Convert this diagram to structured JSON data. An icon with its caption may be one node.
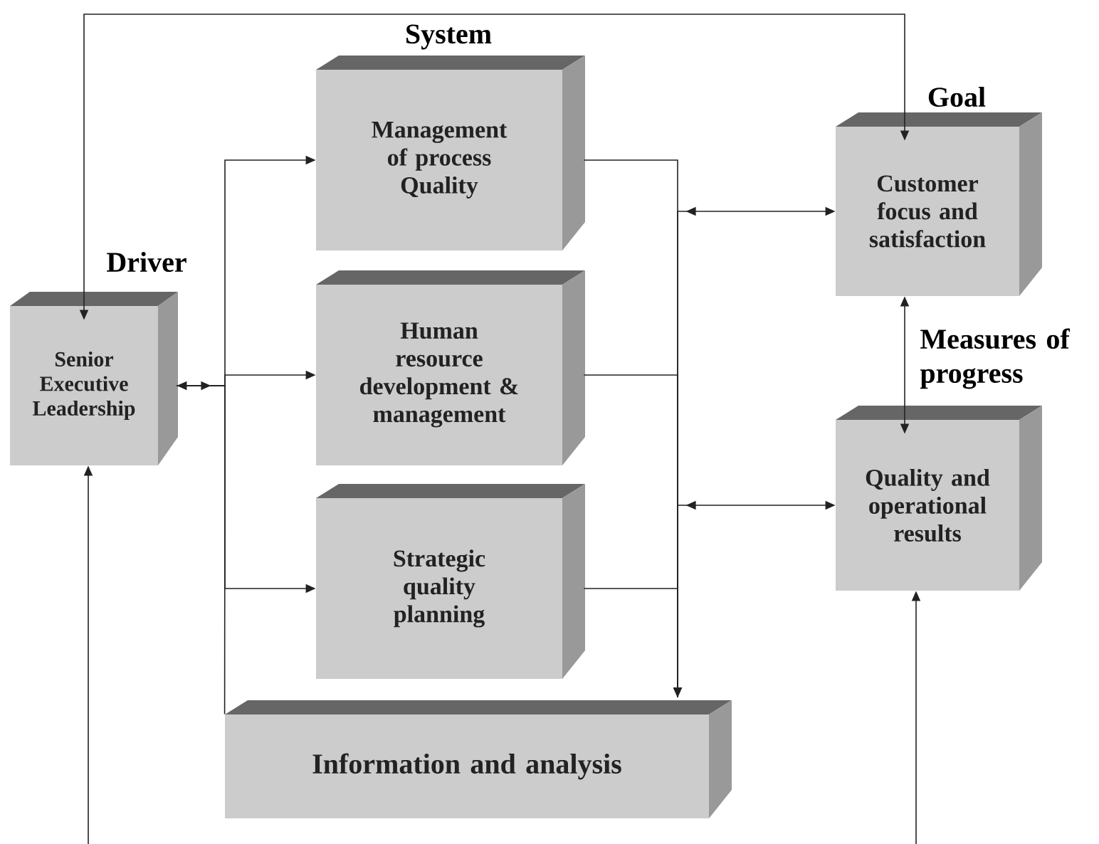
{
  "diagram": {
    "nodes": [
      {
        "text": [
          "Senior Executive Leadership"
        ],
        "beside": [
          "Driver"
        ]
      },
      {
        "text": [
          "Management of process Quality"
        ],
        "beside": [
          "System"
        ]
      },
      {
        "text": [
          "Human resource development & management"
        ]
      },
      {
        "text": [
          "Strategic quality planning"
        ]
      },
      {
        "text": [
          "Information and analysis"
        ]
      },
      {
        "text": [
          "Customer focus and satisfaction"
        ],
        "beside": [
          "Goal"
        ]
      },
      {
        "text": [
          "Quality and operational results"
        ]
      }
    ],
    "edges": [
      {
        "from": 0,
        "to": 5,
        "arrow": "both"
      },
      {
        "from": 0,
        "to": 1,
        "arrow": "to"
      },
      {
        "from": 0,
        "to": 2,
        "arrow": "to"
      },
      {
        "from": 0,
        "to": 3,
        "arrow": "to"
      },
      {
        "from": 4,
        "to": 0,
        "arrow": "to"
      },
      {
        "from": 1,
        "to": 4,
        "arrow": "to"
      },
      {
        "from": 2,
        "to": 4,
        "arrow": "to"
      },
      {
        "from": 3,
        "to": 4,
        "arrow": "to"
      },
      {
        "from": 4,
        "to": 5,
        "arrow": "to"
      },
      {
        "from": 4,
        "to": 6,
        "arrow": "to"
      },
      {
        "from": 5,
        "to": 6,
        "arrow": "both",
        "label": "Measures of progress"
      },
      {
        "from": null,
        "to": 0,
        "arrow": "to"
      },
      {
        "from": null,
        "to": 6,
        "arrow": "to"
      }
    ]
  }
}
